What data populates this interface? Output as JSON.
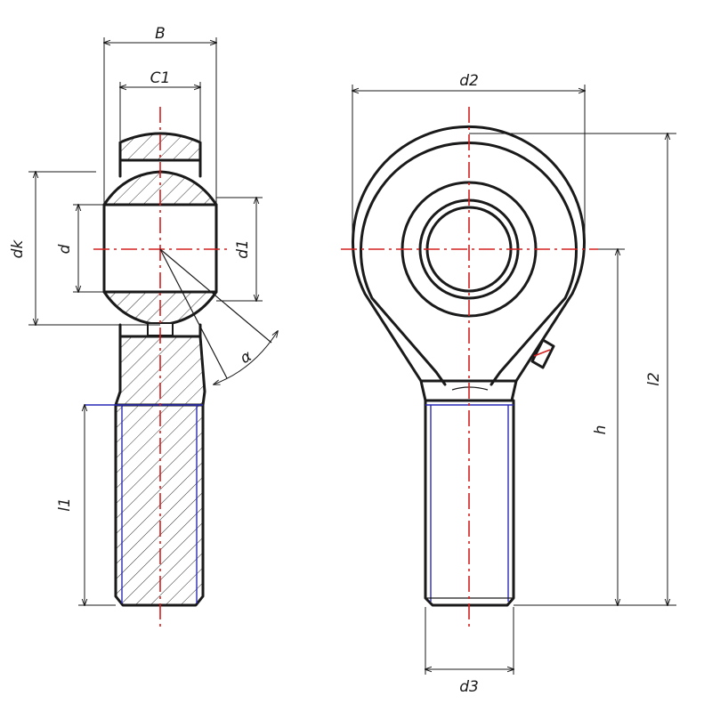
{
  "labels": {
    "B": "B",
    "C1": "C1",
    "d2": "d2",
    "dk": "dk",
    "d": "d",
    "d1": "d1",
    "alpha": "α",
    "l1": "l1",
    "l2": "l2",
    "h": "h",
    "d3": "d3"
  },
  "colors": {
    "outline": "#1a1a1a",
    "center_line": "#d42020",
    "thread_line": "#2a2ab8"
  }
}
